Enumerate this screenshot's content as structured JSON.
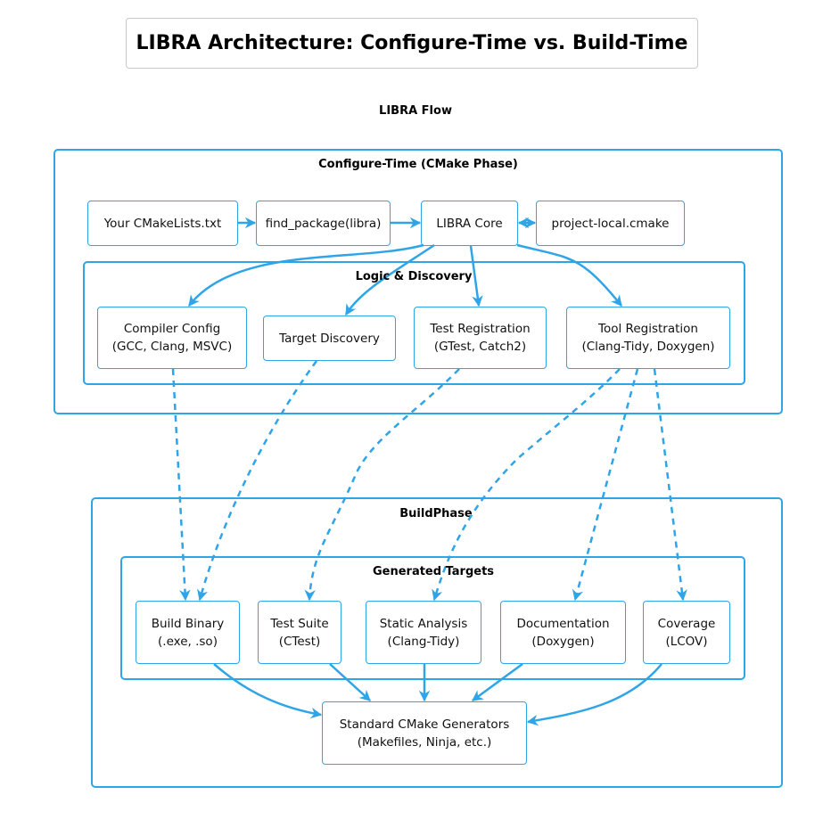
{
  "title": "LIBRA Architecture: Configure-Time vs. Build-Time",
  "flow_label": "LIBRA Flow",
  "accent_color": "#2fa4e7",
  "configure": {
    "label": "Configure-Time (CMake Phase)",
    "nodes": {
      "cmakelists": "Your CMakeLists.txt",
      "find_package": "find_package(libra)",
      "core": "LIBRA Core",
      "project_local": "project-local.cmake"
    },
    "logic": {
      "label": "Logic & Discovery",
      "compiler": {
        "line1": "Compiler Config",
        "line2": "(GCC, Clang, MSVC)"
      },
      "target": {
        "line1": "Target Discovery"
      },
      "test": {
        "line1": "Test Registration",
        "line2": "(GTest, Catch2)"
      },
      "tool": {
        "line1": "Tool Registration",
        "line2": "(Clang-Tidy, Doxygen)"
      }
    }
  },
  "build": {
    "label": "BuildPhase",
    "generated": {
      "label": "Generated Targets",
      "binary": {
        "line1": "Build Binary",
        "line2": "(.exe, .so)"
      },
      "testsuite": {
        "line1": "Test Suite",
        "line2": "(CTest)"
      },
      "static": {
        "line1": "Static Analysis",
        "line2": "(Clang-Tidy)"
      },
      "docs": {
        "line1": "Documentation",
        "line2": "(Doxygen)"
      },
      "coverage": {
        "line1": "Coverage",
        "line2": "(LCOV)"
      }
    },
    "generators": {
      "line1": "Standard CMake Generators",
      "line2": "(Makefiles, Ninja, etc.)"
    }
  }
}
